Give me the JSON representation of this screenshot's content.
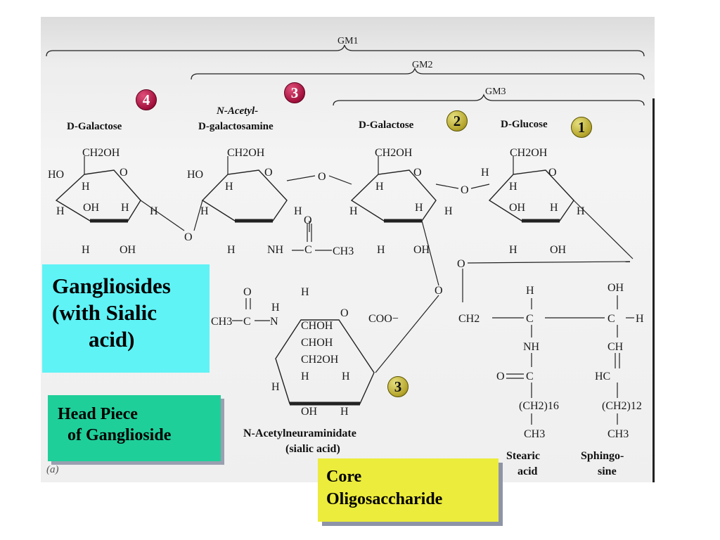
{
  "gm_labels": {
    "gm1": "GM1",
    "gm2": "GM2",
    "gm3": "GM3"
  },
  "sugars": {
    "d_galactose_4": "D-Galactose",
    "n_acetyl_line1": "N-Acetyl-",
    "n_acetyl_line2": "D-galactosamine",
    "d_galactose_2": "D-Galactose",
    "d_glucose": "D-Glucose",
    "sialic_line1": "N-Acetylneuraminidate",
    "sialic_line2": "(sialic acid)",
    "stearic_line1": "Stearic",
    "stearic_line2": "acid",
    "sphingo_line1": "Sphingo-",
    "sphingo_line2": "sine"
  },
  "badges": [
    {
      "number": "4",
      "color": "#b0153f"
    },
    {
      "number": "3",
      "color": "#b0153f"
    },
    {
      "number": "2",
      "color": "#b8a830"
    },
    {
      "number": "1",
      "color": "#b8a830"
    },
    {
      "number": "3",
      "color": "#b8a830"
    }
  ],
  "boxes": {
    "gangliosides": {
      "line1": "Gangliosides",
      "line2": "(with Sialic",
      "line3": "acid)",
      "color": "#5ff3f6"
    },
    "head_piece": {
      "line1": "Head Piece",
      "line2": "of Ganglioside",
      "color": "#1fcf9a"
    },
    "core": {
      "line1": "Core",
      "line2": "Oligosaccharide",
      "color": "#ecec3c"
    }
  },
  "figure_label": "(a)",
  "atoms": {
    "ch2oh": "CH2OH",
    "ho": "HO",
    "h": "H",
    "o": "O",
    "oh": "OH",
    "nh": "NH",
    "c": "C",
    "ch3": "CH3",
    "choh": "CHOH",
    "coo": "COO−",
    "ch2": "CH2",
    "ch": "CH",
    "hc": "HC",
    "ch2_16": "(CH2)16",
    "ch2_12": "(CH2)12"
  }
}
